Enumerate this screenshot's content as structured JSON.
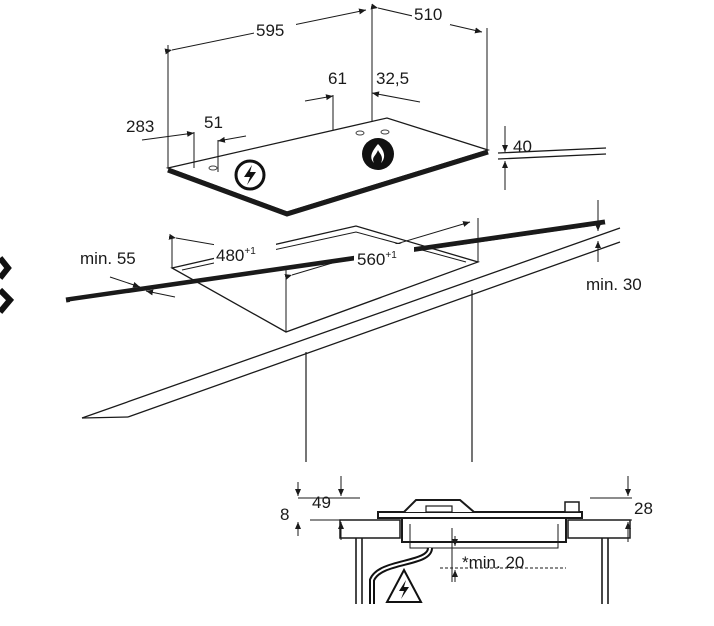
{
  "drawing": {
    "hob_dimensions": {
      "width": "595",
      "depth": "510",
      "offset_left_a": "283",
      "offset_left_b": "51",
      "offset_top_a": "61",
      "offset_top_b": "32,5",
      "height": "40"
    },
    "cutout": {
      "depth": "480",
      "depth_tol": "+1",
      "width": "560",
      "width_tol": "+1",
      "front_gap": "min. 55",
      "worktop_thickness": "min. 30"
    },
    "section_view": {
      "flange_height": "8",
      "overall_height": "49",
      "below_height": "28",
      "clearance": "*min. 20"
    },
    "icons": [
      "electric-hazard-icon",
      "gas-flame-icon",
      "electric-hazard-icon"
    ]
  }
}
